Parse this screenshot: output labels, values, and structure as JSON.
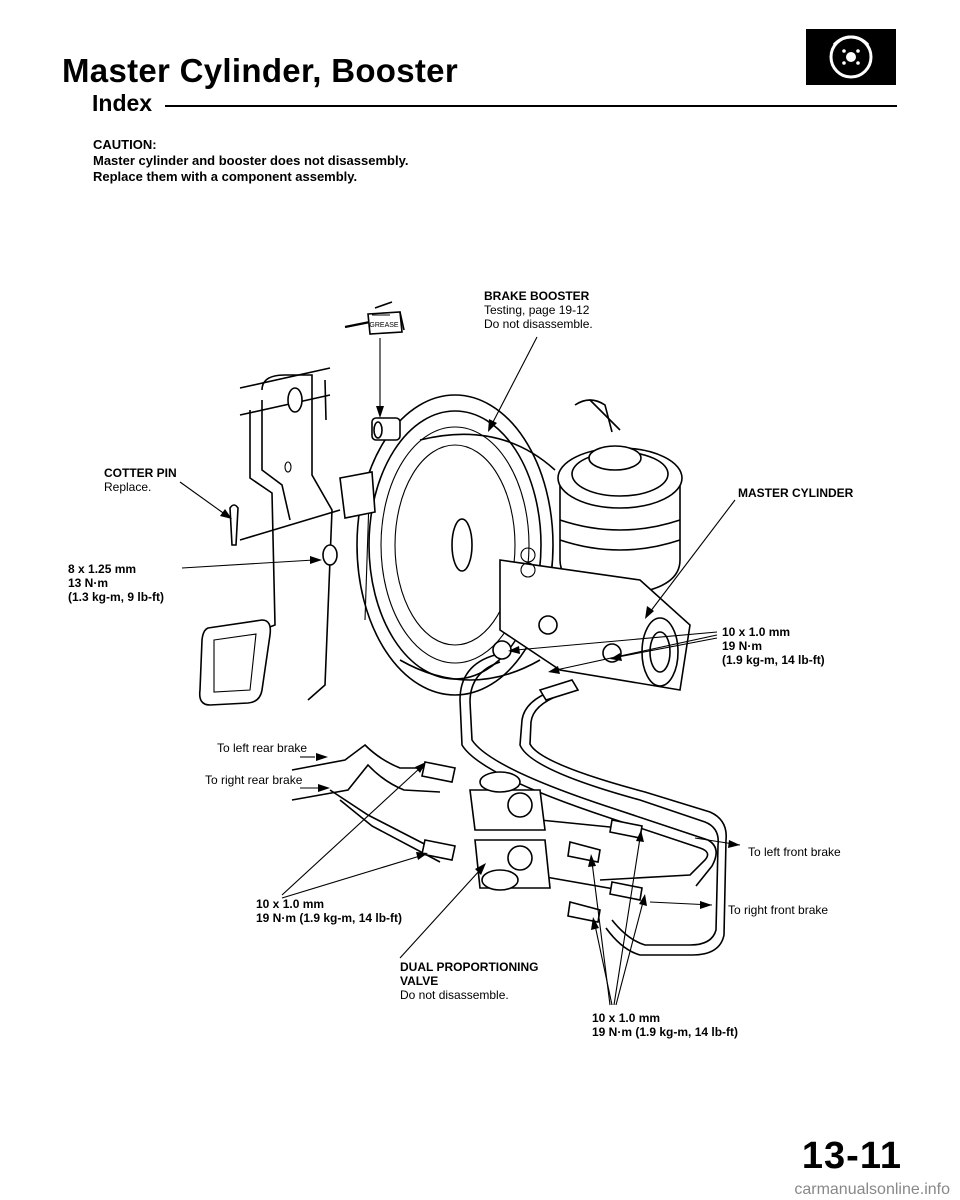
{
  "header": {
    "title": "Master Cylinder, Booster",
    "subtitle": "Index",
    "icon": "brake-disc-icon"
  },
  "caution": {
    "heading": "CAUTION:",
    "line1": "Master cylinder and booster does not disassembly.",
    "line2": "Replace them with a component assembly."
  },
  "labels": {
    "grease": "GREASE",
    "brake_booster": {
      "name": "BRAKE BOOSTER",
      "note1": "Testing, page 19-12",
      "note2": "Do not disassemble."
    },
    "cotter_pin": {
      "name": "COTTER PIN",
      "note": "Replace."
    },
    "bolt_8mm": {
      "size": "8 x 1.25 mm",
      "torque": "13 N·m",
      "torque_alt": "(1.3 kg-m, 9 lb-ft)"
    },
    "master_cylinder": "MASTER CYLINDER",
    "flare_nut_master": {
      "size": "10 x 1.0 mm",
      "torque": "19 N·m",
      "torque_alt": "(1.9 kg-m, 14 lb-ft)"
    },
    "left_rear": "To left rear brake",
    "right_rear": "To right rear brake",
    "left_front": "To left front brake",
    "right_front": "To right front brake",
    "flare_nut_valve_left": {
      "size": "10 x 1.0 mm",
      "torque": "19 N·m (1.9 kg-m, 14 lb-ft)"
    },
    "proportioning_valve": {
      "name1": "DUAL PROPORTIONING",
      "name2": "VALVE",
      "note": "Do not disassemble."
    },
    "flare_nut_valve_bottom": {
      "size": "10 x 1.0 mm",
      "torque": "19 N·m (1.9 kg-m, 14 lb-ft)"
    }
  },
  "page_number": "13-11",
  "footer": "carmanualsonline.info"
}
